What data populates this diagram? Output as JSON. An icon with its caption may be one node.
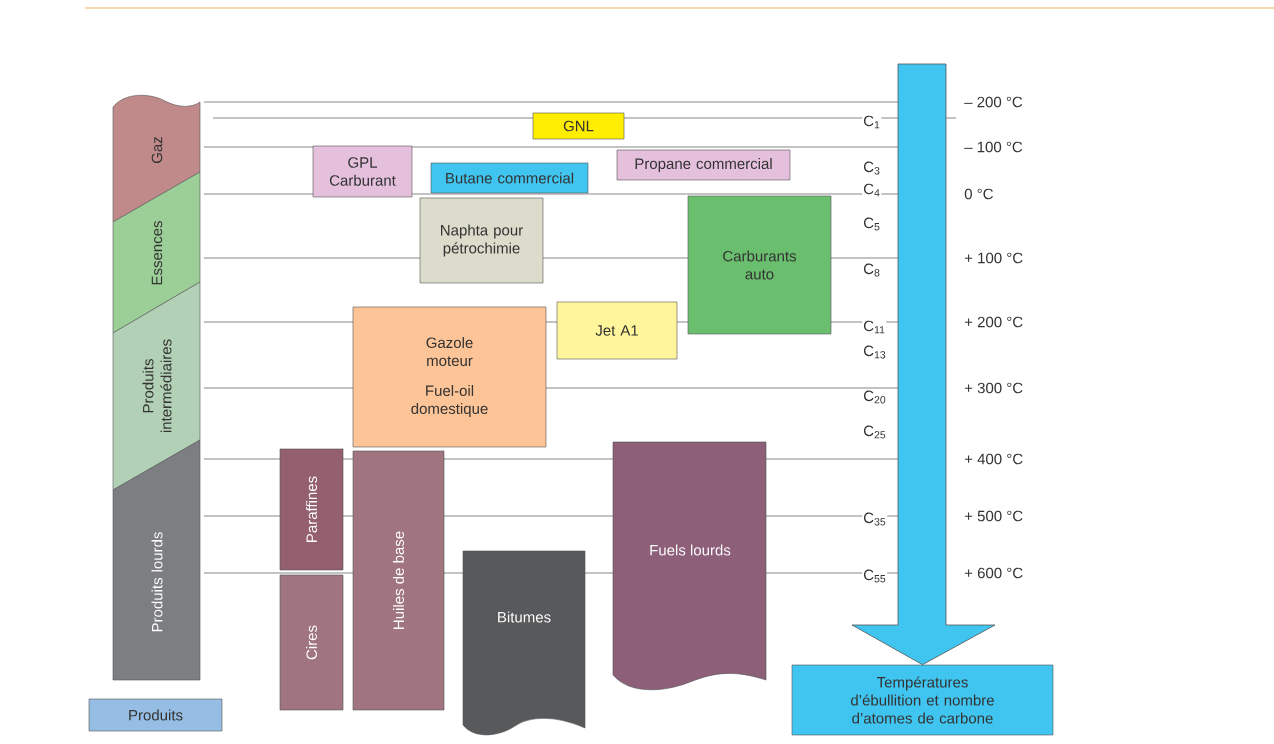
{
  "diagram": {
    "nodes": [
      {
        "text": [
          "Gaz"
        ]
      },
      {
        "text": [
          "Essences"
        ]
      },
      {
        "text": [
          "Produits intermédiaires"
        ]
      },
      {
        "text": [
          "Produits lourds"
        ]
      },
      {
        "text": [
          "GNL"
        ]
      },
      {
        "text": [
          "GPL Carburant"
        ]
      },
      {
        "text": [
          "Propane commercial"
        ]
      },
      {
        "text": [
          "Butane commercial"
        ]
      },
      {
        "text": [
          "Naphta pour pétrochimie"
        ]
      },
      {
        "text": [
          "Carburants auto"
        ]
      },
      {
        "text": [
          "Jet A1"
        ]
      },
      {
        "text": [
          "Gazole moteur",
          "Fuel-oil domestique"
        ]
      },
      {
        "text": [
          "Paraffines"
        ]
      },
      {
        "text": [
          "Huiles de base"
        ]
      },
      {
        "text": [
          "Fuels lourds"
        ]
      },
      {
        "text": [
          "Bitumes"
        ]
      },
      {
        "text": [
          "Cires"
        ]
      },
      {
        "text": [
          "Produits"
        ]
      },
      {
        "text": [
          "Températures d’ébullition et nombre d’atomes de carbone"
        ]
      }
    ],
    "edges": [
      {
        "from": null,
        "to": 18,
        "arrow": "to"
      }
    ],
    "labels": [
      "– 200 °C",
      "C$_{1}$",
      "– 100 °C",
      "C$_{3}$",
      "C$_{4}$",
      "0 °C",
      "C$_{5}$",
      "+ 100 °C",
      "C$_{8}$",
      "C$_{11}$",
      "+ 200 °C",
      "C$_{13}$",
      "C$_{20}$",
      "+ 300 °C",
      "C$_{25}$",
      "+ 400 °C",
      "C$_{35}$",
      "+ 500 °C",
      "C$_{55}$",
      "+ 600 °C"
    ]
  }
}
